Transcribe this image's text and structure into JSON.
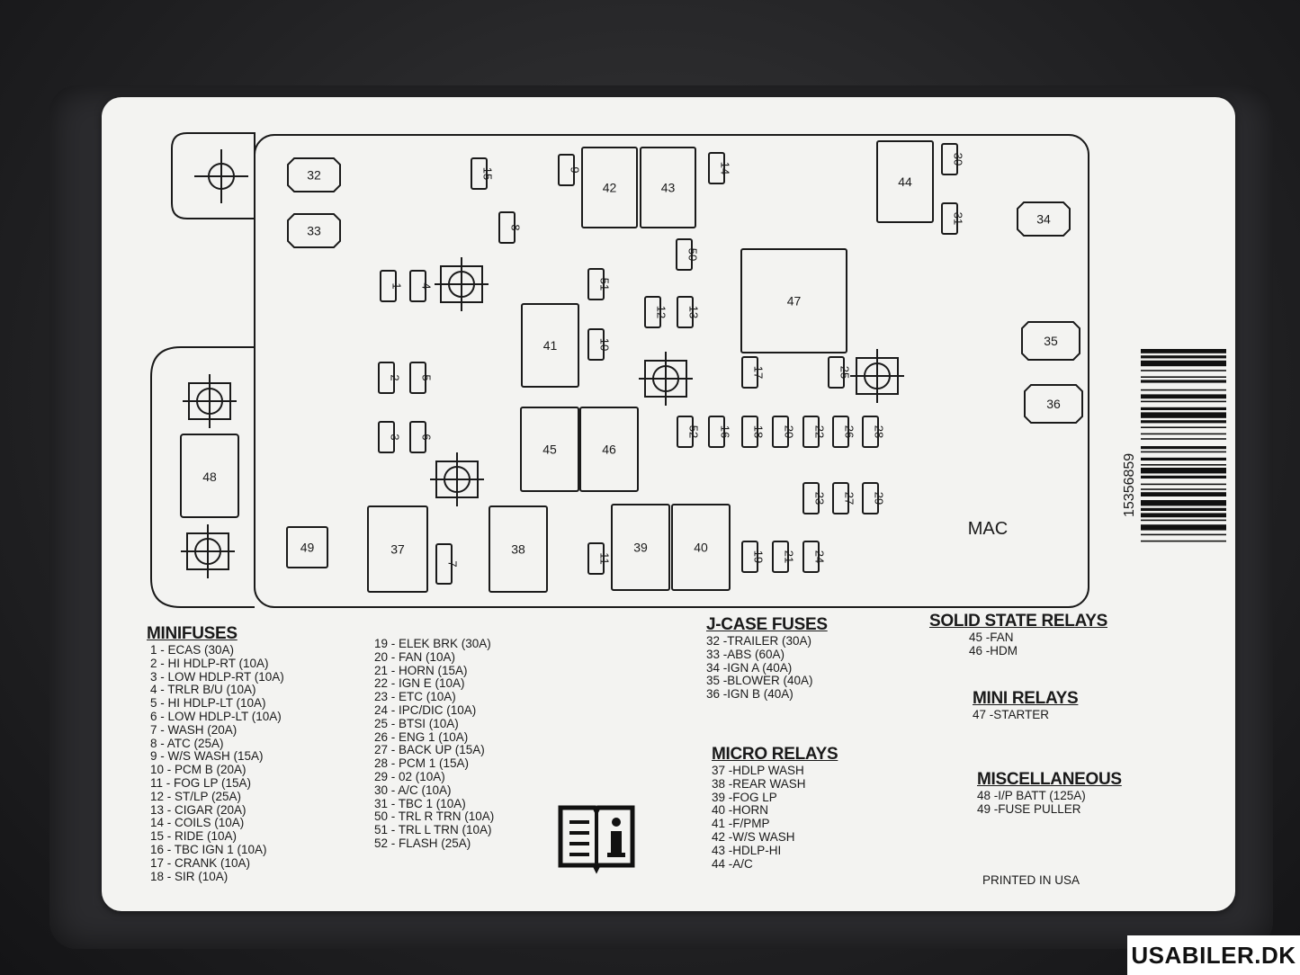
{
  "fuse_labels": {
    "j_case": [
      "32",
      "33",
      "34",
      "35",
      "36"
    ],
    "relays": [
      "37",
      "38",
      "39",
      "40",
      "41",
      "42",
      "43",
      "44",
      "45",
      "46",
      "47"
    ],
    "misc": [
      "48",
      "49"
    ],
    "minifuses": [
      "1",
      "2",
      "3",
      "4",
      "5",
      "6",
      "7",
      "8",
      "9",
      "10",
      "11",
      "12",
      "13",
      "14",
      "15",
      "16",
      "17",
      "18",
      "19",
      "20",
      "21",
      "22",
      "23",
      "24",
      "25",
      "26",
      "27",
      "28",
      "29",
      "30",
      "31",
      "50",
      "51",
      "52"
    ]
  },
  "mac_label": "MAC",
  "part_number": "15356859",
  "minifuses": {
    "title": "MINIFUSES",
    "col1": [
      "1 - ECAS (30A)",
      "2 - HI HDLP-RT (10A)",
      "3 - LOW HDLP-RT (10A)",
      "4 - TRLR B/U (10A)",
      "5 - HI HDLP-LT (10A)",
      "6 - LOW HDLP-LT (10A)",
      "7 - WASH (20A)",
      "8 - ATC (25A)",
      "9 - W/S WASH (15A)",
      "10 - PCM B (20A)",
      "11 - FOG LP (15A)",
      "12 - ST/LP (25A)",
      "13 - CIGAR (20A)",
      "14 - COILS (10A)",
      "15 - RIDE (10A)",
      "16 - TBC IGN 1 (10A)",
      "17 - CRANK (10A)",
      "18 - SIR (10A)"
    ],
    "col2": [
      "19 - ELEK BRK (30A)",
      "20 - FAN (10A)",
      "21 - HORN (15A)",
      "22 - IGN E (10A)",
      "23 - ETC (10A)",
      "24 - IPC/DIC (10A)",
      "25 - BTSI (10A)",
      "26 - ENG 1 (10A)",
      "27 - BACK UP (15A)",
      "28 - PCM 1 (15A)",
      "29 - 02 (10A)",
      "30 - A/C (10A)",
      "31 - TBC 1 (10A)",
      "50 - TRL R TRN (10A)",
      "51 - TRL L TRN (10A)",
      "52 - FLASH (25A)"
    ]
  },
  "jcase": {
    "title": "J-CASE FUSES",
    "items": [
      "32 -TRAILER (30A)",
      "33 -ABS (60A)",
      "34 -IGN A (40A)",
      "35 -BLOWER (40A)",
      "36 -IGN B (40A)"
    ]
  },
  "micro": {
    "title": "MICRO RELAYS",
    "items": [
      "37 -HDLP WASH",
      "38 -REAR WASH",
      "39 -FOG LP",
      "40 -HORN",
      "41 -F/PMP",
      "42 -W/S WASH",
      "43 -HDLP-HI",
      "44 -A/C"
    ]
  },
  "ssr": {
    "title": "SOLID STATE RELAYS",
    "items": [
      "45 -FAN",
      "46 -HDM"
    ]
  },
  "mini": {
    "title": "MINI RELAYS",
    "items": [
      "47 -STARTER"
    ]
  },
  "misc": {
    "title": "MISCELLANEOUS",
    "items": [
      "48 -I/P BATT (125A)",
      "49 -FUSE PULLER"
    ]
  },
  "printed": "PRINTED IN USA",
  "watermark": "USABILER.DK",
  "icons": [
    "manual-info-icon",
    "mounting-bolt-icon"
  ],
  "colors": {
    "label_bg": "#f3f3f1",
    "ink": "#1a1a1a",
    "case": "#222224"
  }
}
